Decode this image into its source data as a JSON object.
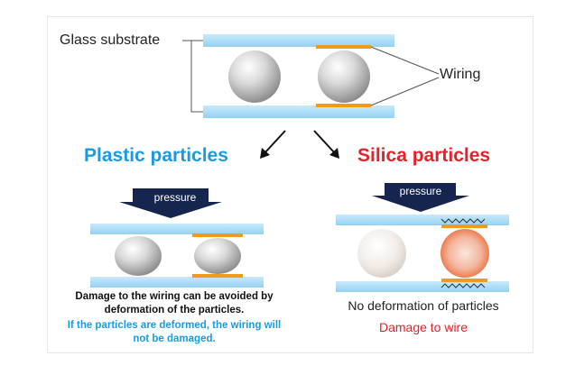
{
  "labels": {
    "glass_substrate": "Glass substrate",
    "wiring": "Wiring",
    "plastic_title": "Plastic particles",
    "silica_title": "Silica particles",
    "pressure": "pressure",
    "plastic_note_1": "Damage to the wiring can be avoided by deformation of the particles.",
    "plastic_note_2": "If the particles are deformed, the wiring will not be damaged.",
    "silica_note_1": "No deformation of particles",
    "silica_note_2": "Damage to wire"
  },
  "colors": {
    "glass": "#a8dbf5",
    "glass_edge": "#7cc6ee",
    "wiring": "#f29a1a",
    "plastic_blue": "#1a9be0",
    "silica_red": "#e8202a",
    "arrow_navy": "#15254f"
  },
  "icons": {
    "arrow_left": "arrow-down-left-icon",
    "arrow_right": "arrow-down-right-icon",
    "pressure_arrow": "pressure-arrow-icon",
    "damage_zigzag": "zigzag-damage-icon"
  }
}
